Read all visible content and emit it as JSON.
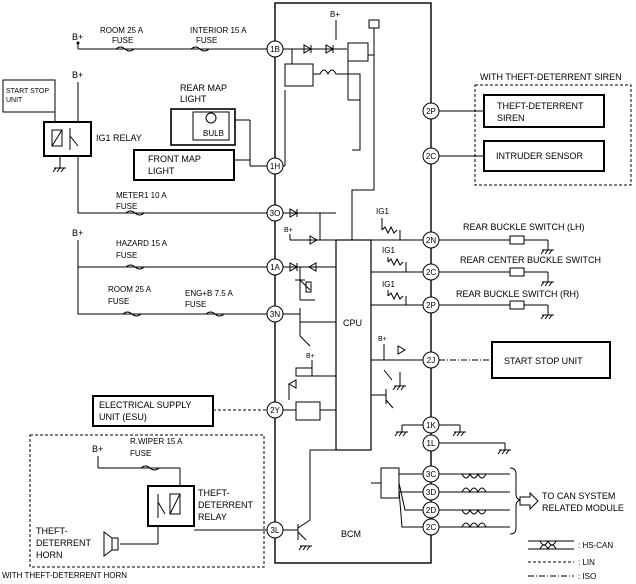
{
  "supply": {
    "bplus": "B+",
    "ig1": "IG1"
  },
  "fuses": {
    "room_top": [
      "ROOM 25 A",
      "FUSE"
    ],
    "interior": [
      "INTERIOR 15 A",
      "FUSE"
    ],
    "meter1": [
      "METER1 10 A",
      "FUSE"
    ],
    "hazard": [
      "HAZARD 15 A",
      "FUSE"
    ],
    "room_mid": [
      "ROOM 25 A",
      "FUSE"
    ],
    "engb": [
      "ENG+B 7.5 A",
      "FUSE"
    ],
    "rwiper": [
      "R.WIPER 15 A",
      "FUSE"
    ]
  },
  "components": {
    "start_stop_unit_left": [
      "START STOP",
      "UNIT"
    ],
    "ig1_relay": "IG1 RELAY",
    "rear_map_light": [
      "REAR MAP",
      "LIGHT"
    ],
    "bulb": "BULB",
    "front_map_light": [
      "FRONT MAP",
      "LIGHT"
    ],
    "esu": [
      "ELECTRICAL SUPPLY",
      "UNIT (ESU)"
    ],
    "theft_relay": [
      "THEFT-",
      "DETERRENT",
      "RELAY"
    ],
    "theft_horn": [
      "THEFT-",
      "DETERRENT",
      "HORN"
    ],
    "with_horn": "WITH THEFT-DETERRENT HORN",
    "with_siren": "WITH THEFT-DETERRENT SIREN",
    "siren": [
      "THEFT-DETERRENT",
      "SIREN"
    ],
    "intruder": "INTRUDER SENSOR",
    "rear_buckle_lh": "REAR BUCKLE SWITCH (LH)",
    "rear_center_buckle": "REAR CENTER BUCKLE SWITCH",
    "rear_buckle_rh": "REAR BUCKLE SWITCH (RH)",
    "start_stop_unit_right": "START STOP UNIT",
    "to_can": [
      "TO CAN SYSTEM",
      "RELATED MODULE"
    ],
    "cpu": "CPU",
    "bcm": "BCM"
  },
  "pins": {
    "p1B": "1B",
    "p1H": "1H",
    "p3O": "3O",
    "p1A": "1A",
    "p3N": "3N",
    "p2Y": "2Y",
    "p3L": "3L",
    "p2P_top": "2P",
    "p2C_top": "2C",
    "p2N": "2N",
    "p2C_mid": "2C",
    "p2P_mid": "2P",
    "p2J": "2J",
    "p1K": "1K",
    "p1L": "1L",
    "p3C": "3C",
    "p3D": "3D",
    "p2D": "2D",
    "p2C_bot": "2C"
  },
  "legend": {
    "hs_can": ": HS-CAN",
    "lin": ": LIN",
    "iso": ": ISO"
  }
}
